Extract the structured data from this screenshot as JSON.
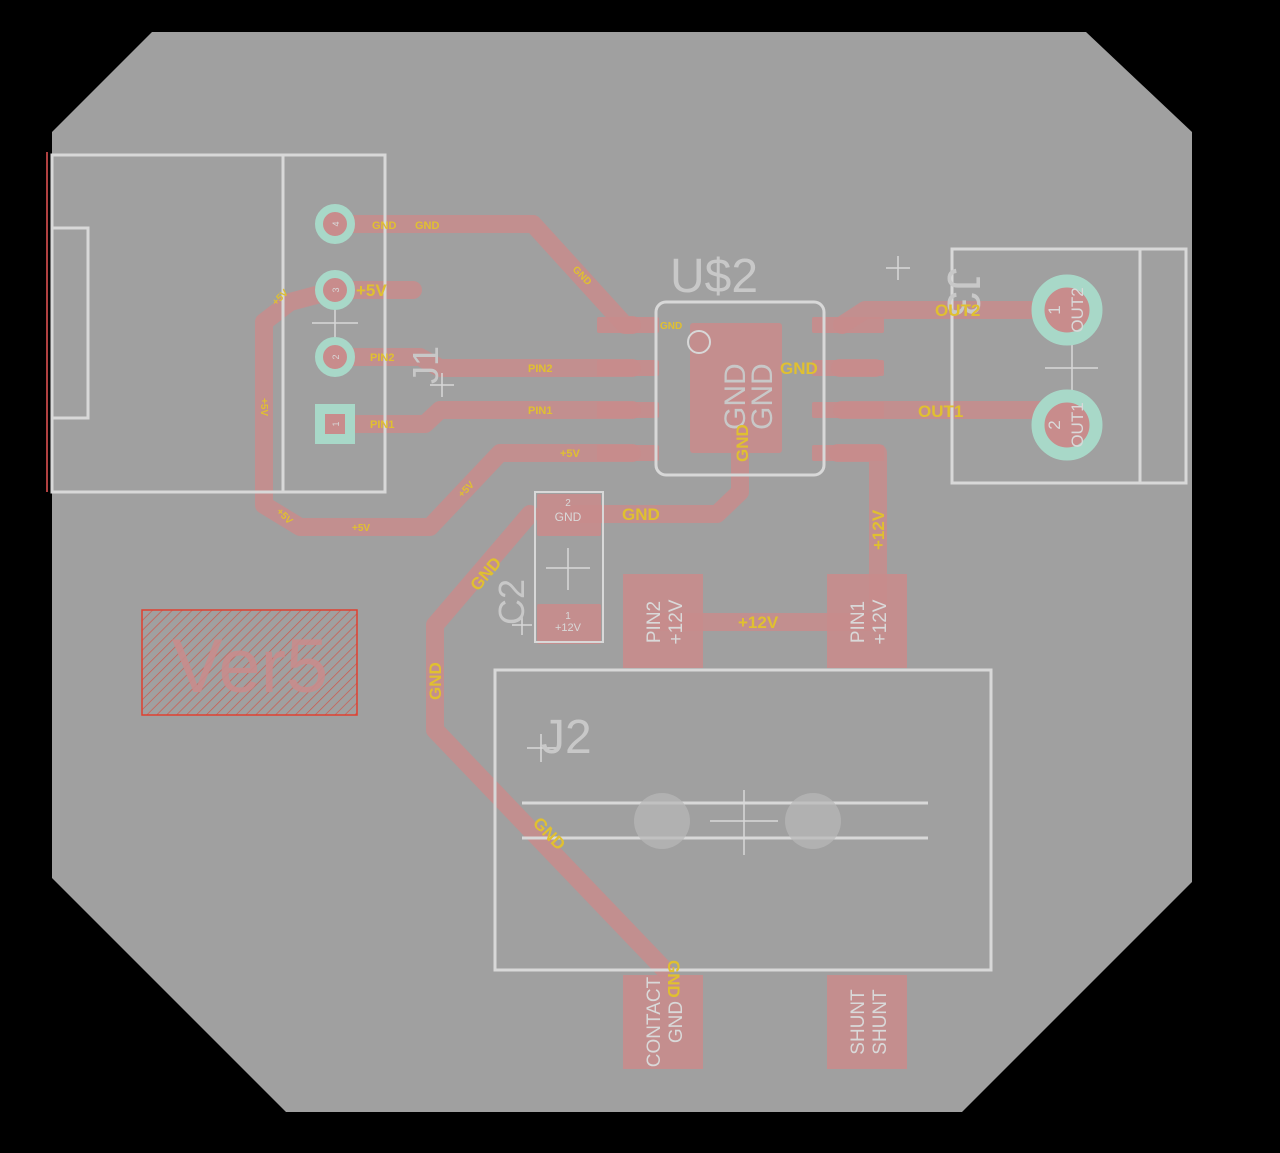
{
  "board": {
    "colors": {
      "background": "#000000",
      "board": "#a0a0a0",
      "copper": "#c88c8c",
      "silkscreen": "#d8d8d8",
      "net_label": "#e0c030",
      "pad_ring": "#a8d8c8",
      "keepout": "#e04030"
    },
    "marker_text": "Ver5"
  },
  "components": {
    "j1": {
      "name": "J1",
      "pins": [
        "GND",
        "+5V",
        "PIN2",
        "PIN1"
      ],
      "pin_numbers": [
        "4",
        "3",
        "2",
        "1"
      ]
    },
    "u2": {
      "name": "U$2",
      "body_gnd_1": "GND",
      "body_gnd_2": "GND",
      "pad_gnd": "GND",
      "pin_gnd_side": "GND",
      "pin_gnd_right": "GND"
    },
    "j3": {
      "name": "J3",
      "pin1_label": "OUT2",
      "pin2_label": "OUT1",
      "pin1_number": "1",
      "pin2_number": "2"
    },
    "c2": {
      "name": "C2",
      "pad_top_label": "GND",
      "pad_top_number": "2",
      "pad_bottom_label": "+12V",
      "pad_bottom_number": "1"
    },
    "j2": {
      "name": "J2",
      "pads": [
        {
          "line1": "PIN2",
          "line2": "+12V"
        },
        {
          "line1": "PIN1",
          "line2": "+12V"
        },
        {
          "line1": "CONTACT",
          "line2": "GND"
        },
        {
          "line1": "SHUNT",
          "line2": "SHUNT"
        }
      ]
    }
  },
  "nets": {
    "gnd": "GND",
    "v5": "+5V",
    "v12": "+12V",
    "pin1": "PIN1",
    "pin2": "PIN2",
    "out1": "OUT1",
    "out2": "OUT2"
  }
}
